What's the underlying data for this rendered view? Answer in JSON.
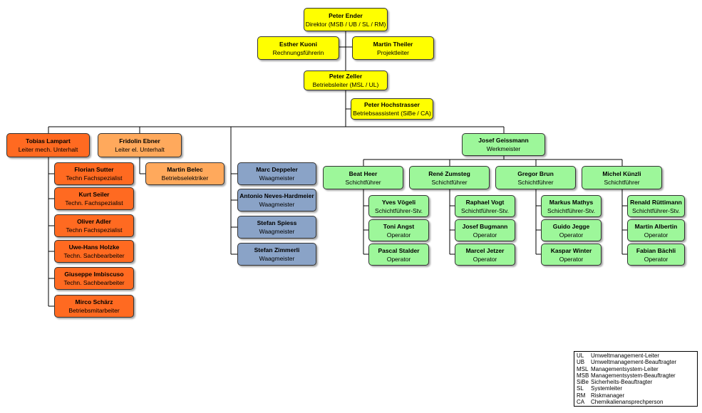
{
  "top": {
    "director": {
      "name": "Peter Ender",
      "role": "Direktor (MSB / UB / SL / RM)"
    },
    "finance": {
      "name": "Esther Kuoni",
      "role": "Rechnungsführerin"
    },
    "project": {
      "name": "Martin Theiler",
      "role": "Projektleiter"
    },
    "ops": {
      "name": "Peter Zeller",
      "role": "Betriebsleiter (MSL / UL)"
    },
    "assistant": {
      "name": "Peter Hochstrasser",
      "role": "Betriebsassistent (SiBe / CA)"
    }
  },
  "mech": {
    "head": {
      "name": "Tobias Lampart",
      "role": "Leiter mech. Unterhalt"
    },
    "staff": [
      {
        "name": "Florian Sutter",
        "role": "Techn Fachspezialist"
      },
      {
        "name": "Kurt Seiler",
        "role": "Techn. Fachspezialist"
      },
      {
        "name": "Oliver Adler",
        "role": "Techn Fachspezialist"
      },
      {
        "name": "Uwe-Hans Holzke",
        "role": "Techn. Sachbearbeiter"
      },
      {
        "name": "Giuseppe Imbiscuso",
        "role": "Techn. Sachbearbeiter"
      },
      {
        "name": "Mirco Schärz",
        "role": "Betriebsmitarbeiter"
      }
    ]
  },
  "elec": {
    "head": {
      "name": "Fridolin Ebner",
      "role": "Leiter el. Unterhalt"
    },
    "staff": [
      {
        "name": "Martin Belec",
        "role": "Betriebselektriker"
      }
    ]
  },
  "weigh": {
    "staff": [
      {
        "name": "Marc Deppeler",
        "role": "Waagmeister"
      },
      {
        "name": "Antonio Neves-Hardmeier",
        "role": "Waagmeister"
      },
      {
        "name": "Stefan Spiess",
        "role": "Waagmeister"
      },
      {
        "name": "Stefan Zimmerli",
        "role": "Waagmeister"
      }
    ]
  },
  "works": {
    "head": {
      "name": "Josef Geissmann",
      "role": "Werkmeister"
    },
    "shifts": [
      {
        "name": "Beat Heer",
        "role": "Schichtführer",
        "members": [
          {
            "name": "Yves Vögeli",
            "role": "Schichtführer-Stv."
          },
          {
            "name": "Toni Angst",
            "role": "Operator"
          },
          {
            "name": "Pascal Stalder",
            "role": "Operator"
          }
        ]
      },
      {
        "name": "René Zumsteg",
        "role": "Schichtführer",
        "members": [
          {
            "name": "Raphael Vogt",
            "role": "Schichtführer-Stv."
          },
          {
            "name": "Josef Bugmann",
            "role": "Operator"
          },
          {
            "name": "Marcel Jetzer",
            "role": "Operator"
          }
        ]
      },
      {
        "name": "Gregor Brun",
        "role": "Schichtführer",
        "members": [
          {
            "name": "Markus Mathys",
            "role": "Schichtführer-Stv."
          },
          {
            "name": "Guido Jegge",
            "role": "Operator"
          },
          {
            "name": "Kaspar Winter",
            "role": "Operator"
          }
        ]
      },
      {
        "name": "Michel Künzli",
        "role": "Schichtführer",
        "members": [
          {
            "name": "Renald Rüttimann",
            "role": "Schichtführer-Stv."
          },
          {
            "name": "Martin Albertin",
            "role": "Operator"
          },
          {
            "name": "Fabian Bächli",
            "role": "Operator"
          }
        ]
      }
    ]
  },
  "legend": [
    {
      "abbr": "UL",
      "text": "Umweltmanagement-Leiter"
    },
    {
      "abbr": "UB",
      "text": "Umweltmanagement-Beauftragter"
    },
    {
      "abbr": "MSL",
      "text": "Managementsystem-Leiter"
    },
    {
      "abbr": "MSB",
      "text": "Managementsystem-Beauftragter"
    },
    {
      "abbr": "SiBe",
      "text": "Sicherheits-Beauftragter"
    },
    {
      "abbr": "SL",
      "text": "Systemleiter"
    },
    {
      "abbr": "RM",
      "text": "Riskmanager"
    },
    {
      "abbr": "CA",
      "text": "Chemikalienansprechperson"
    }
  ]
}
